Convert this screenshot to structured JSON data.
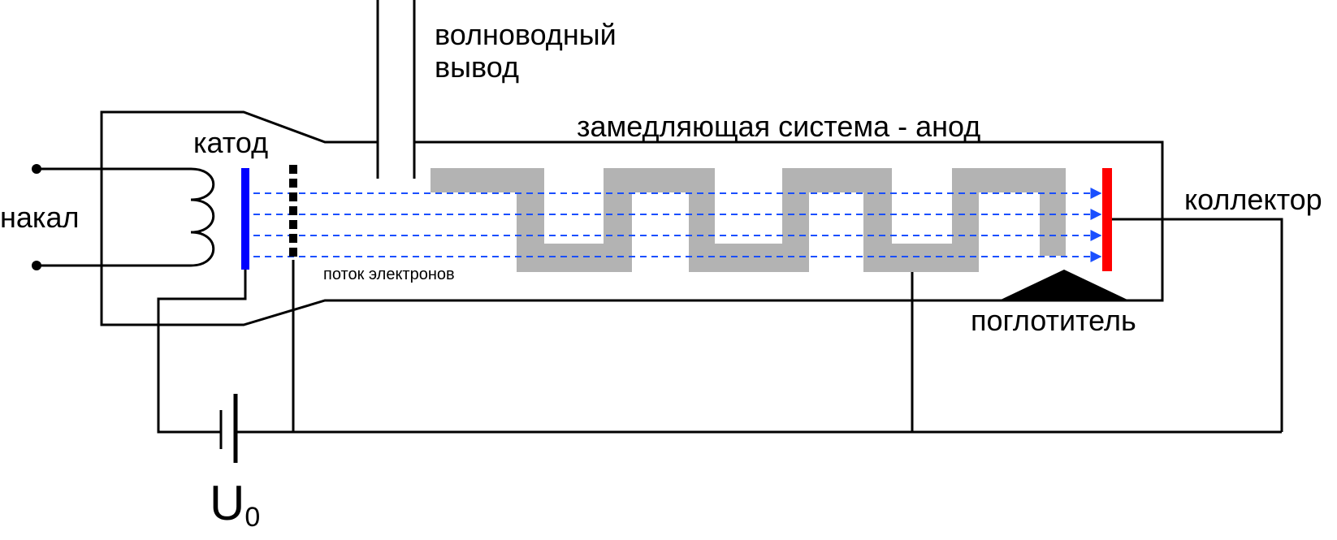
{
  "labels": {
    "waveguide_line1": "волноводный",
    "waveguide_line2": "вывод",
    "slow_wave": "замедляющая система - анод",
    "cathode": "катод",
    "heater": "накал",
    "collector": "коллектор",
    "electron_flow": "поток электронов",
    "absorber": "поглотитель",
    "voltage_main": "U",
    "voltage_sub": "0"
  },
  "colors": {
    "wire": "#000000",
    "cathode": "#0000ff",
    "collector": "#ff0000",
    "slow_wave": "#b3b3b3",
    "beam": "#1a4fff",
    "absorber": "#000000"
  },
  "beam_count": 4
}
